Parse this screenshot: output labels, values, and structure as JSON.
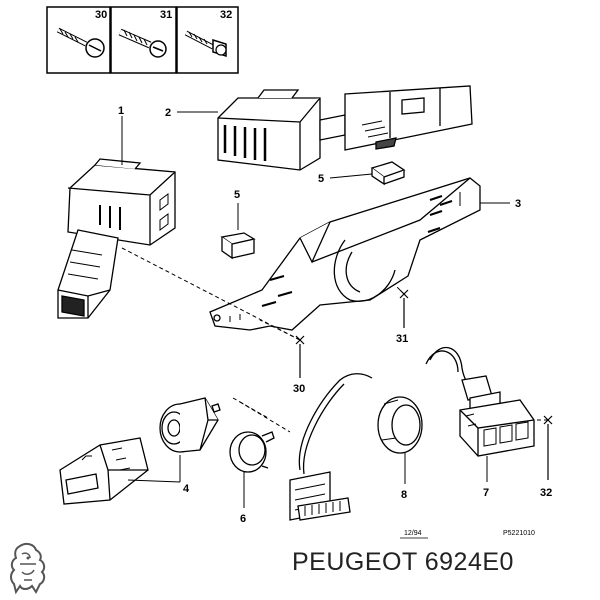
{
  "callouts": {
    "c30_top": "30",
    "c31_top": "31",
    "c32_top": "32",
    "c1": "1",
    "c2": "2",
    "c3": "3",
    "c4": "4",
    "c5a": "5",
    "c5b": "5",
    "c6": "6",
    "c7": "7",
    "c8": "8",
    "c30": "30",
    "c31": "31",
    "c32": "32"
  },
  "footer": {
    "date_code": "12/94",
    "drawing_ref": "P5221010"
  },
  "brand": {
    "text": "PEUGEOT 6924E0",
    "logo_icon": "peugeot-lion-icon"
  }
}
